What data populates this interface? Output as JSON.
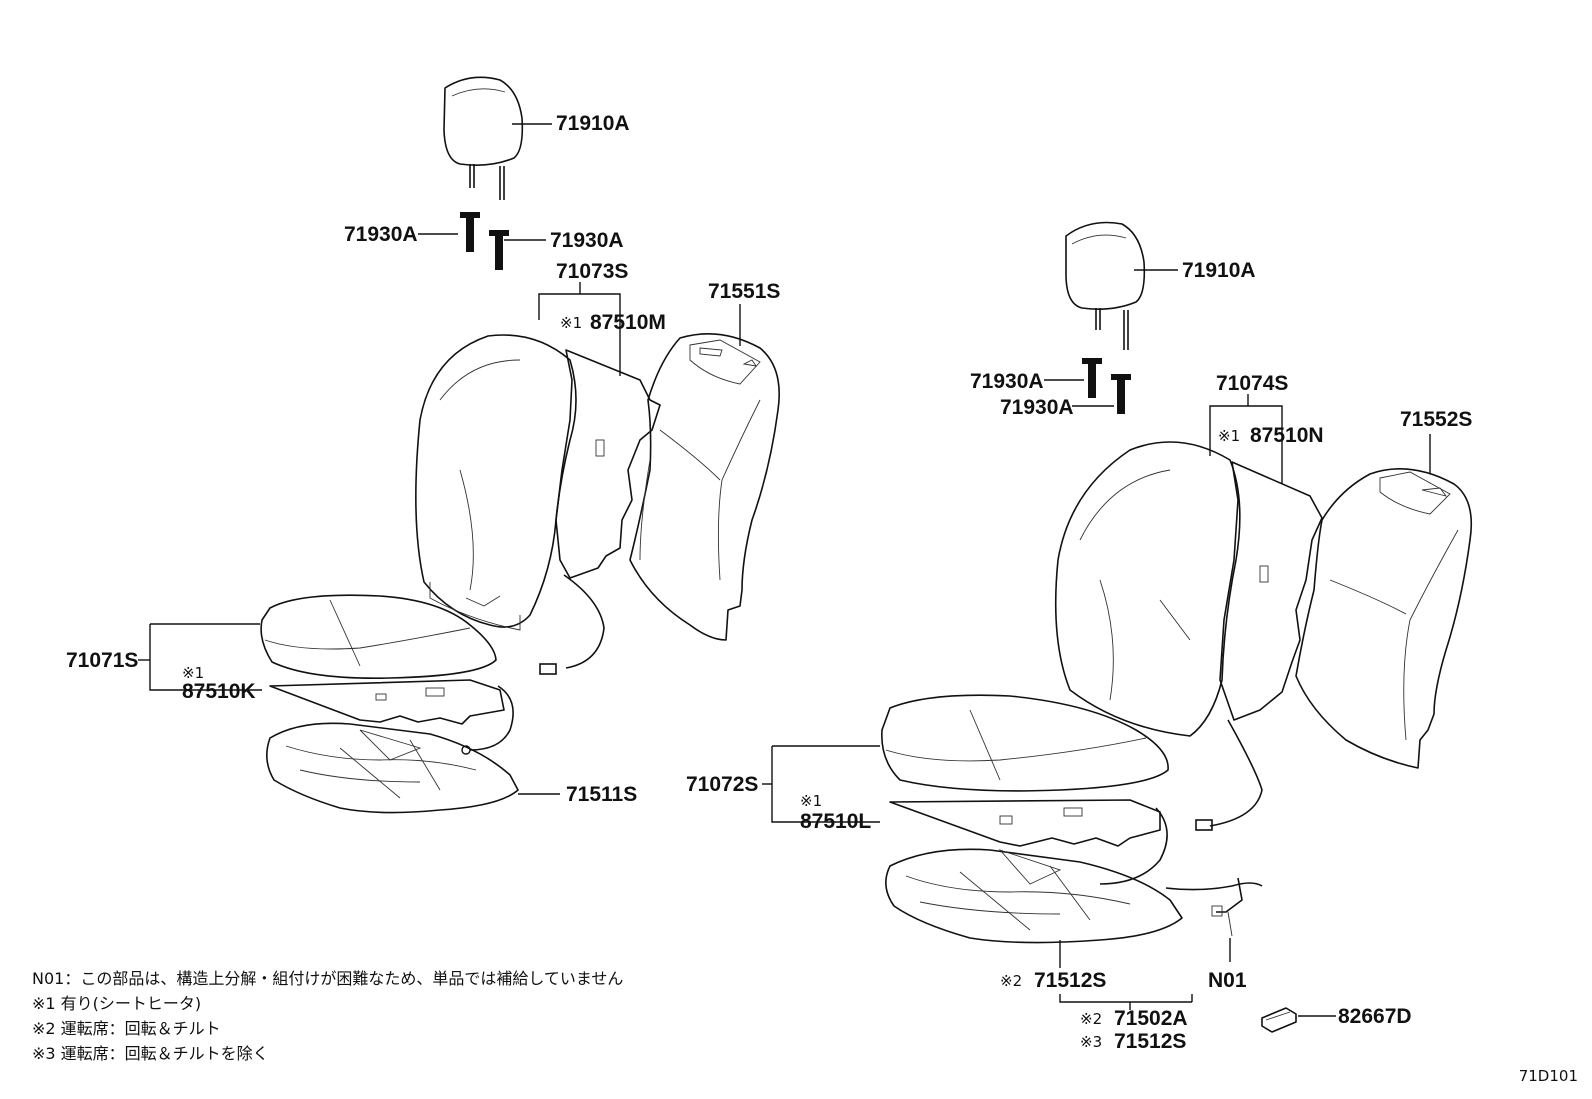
{
  "labels": {
    "l_71910A_1": "71910A",
    "l_71930A_1": "71930A",
    "l_71930A_2": "71930A",
    "l_71073S": "71073S",
    "l_87510M_mark": "※1",
    "l_87510M": "87510M",
    "l_71551S": "71551S",
    "l_71071S": "71071S",
    "l_87510K_mark": "※1",
    "l_87510K": "87510K",
    "l_71511S": "71511S",
    "l_71910A_2": "71910A",
    "l_71930A_3": "71930A",
    "l_71930A_4": "71930A",
    "l_71074S": "71074S",
    "l_87510N_mark": "※1",
    "l_87510N": "87510N",
    "l_71552S": "71552S",
    "l_71072S": "71072S",
    "l_87510L_mark": "※1",
    "l_87510L": "87510L",
    "l_71512S_mark": "※2",
    "l_71512S": "71512S",
    "l_N01": "N01",
    "l_71502A_mark": "※2",
    "l_71502A": "71502A",
    "l_71512S_b_mark": "※3",
    "l_71512S_b": "71512S",
    "l_82667D": "82667D"
  },
  "notes": {
    "n01": "N01：この部品は、構造上分解・組付けが困難なため、単品では補給していません",
    "n1": "※1 有り(シートヒータ)",
    "n2": "※2 運転席：回転＆チルト",
    "n3": "※3 運転席：回転＆チルトを除く"
  },
  "diagram_code": "71D101"
}
